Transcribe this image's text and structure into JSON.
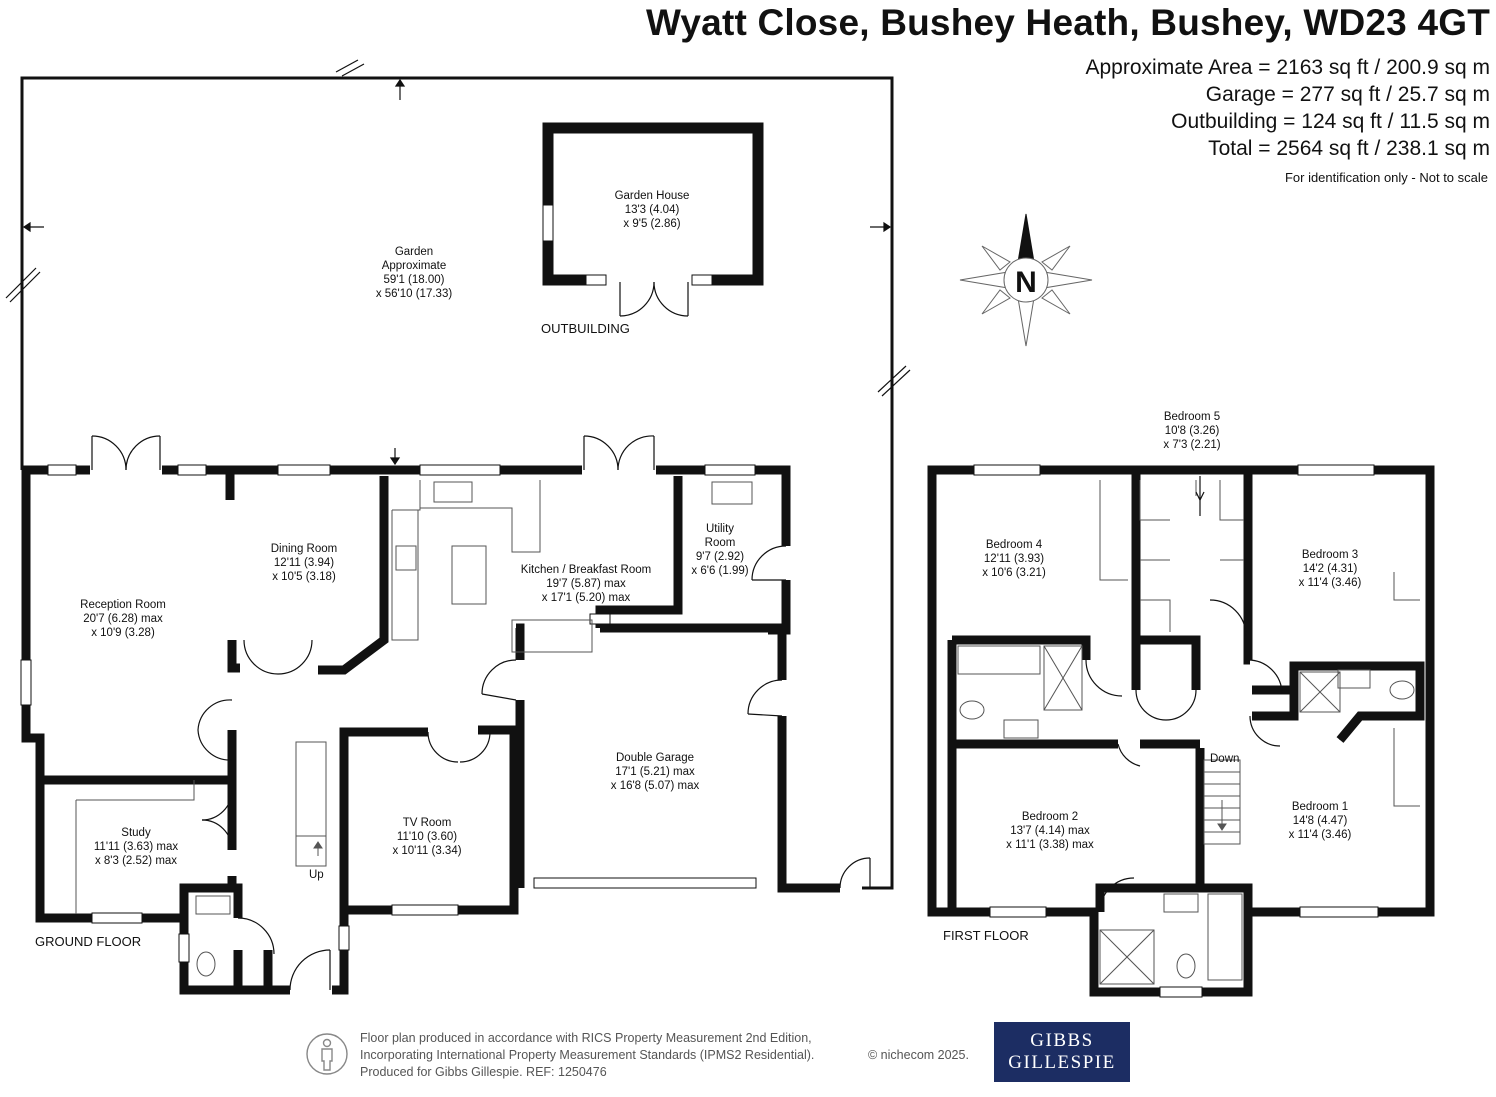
{
  "header": {
    "title": "Wyatt Close, Bushey Heath, Bushey, WD23 4GT",
    "areas": [
      "Approximate Area = 2163 sq ft / 200.9 sq m",
      "Garage = 277 sq ft / 25.7 sq m",
      "Outbuilding = 124 sq ft / 11.5 sq m",
      "Total = 2564 sq ft / 238.1 sq m"
    ],
    "identification": "For identification only - Not to scale"
  },
  "compass": {
    "label": "N",
    "icon": "compass-rose-icon"
  },
  "floors": {
    "ground": "GROUND FLOOR",
    "first": "FIRST FLOOR",
    "outbuilding": "OUTBUILDING"
  },
  "rooms": {
    "garden_house": [
      "Garden House",
      "13'3 (4.04)",
      "x 9'5 (2.86)"
    ],
    "garden": [
      "Garden",
      "Approximate",
      "59'1 (18.00)",
      "x 56'10 (17.33)"
    ],
    "dining": [
      "Dining Room",
      "12'11 (3.94)",
      "x 10'5 (3.18)"
    ],
    "reception": [
      "Reception Room",
      "20'7 (6.28) max",
      "x 10'9 (3.28)"
    ],
    "kitchen": [
      "Kitchen / Breakfast Room",
      "19'7 (5.87) max",
      "x 17'1 (5.20) max"
    ],
    "utility": [
      "Utility",
      "Room",
      "9'7 (2.92)",
      "x 6'6 (1.99)"
    ],
    "garage": [
      "Double Garage",
      "17'1 (5.21) max",
      "x 16'8 (5.07) max"
    ],
    "study": [
      "Study",
      "11'11 (3.63) max",
      "x 8'3 (2.52) max"
    ],
    "tv": [
      "TV Room",
      "11'10 (3.60)",
      "x 10'11 (3.34)"
    ],
    "bedroom5": [
      "Bedroom 5",
      "10'8 (3.26)",
      "x 7'3 (2.21)"
    ],
    "bedroom4": [
      "Bedroom 4",
      "12'11 (3.93)",
      "x 10'6 (3.21)"
    ],
    "bedroom3": [
      "Bedroom 3",
      "14'2 (4.31)",
      "x 11'4 (3.46)"
    ],
    "bedroom2": [
      "Bedroom 2",
      "13'7 (4.14) max",
      "x 11'1 (3.38) max"
    ],
    "bedroom1": [
      "Bedroom 1",
      "14'8 (4.47)",
      "x 11'4 (3.46)"
    ]
  },
  "stairs": {
    "up": "Up",
    "down": "Down"
  },
  "footer": {
    "lines": [
      "Floor plan produced in accordance with RICS Property Measurement 2nd Edition,",
      "Incorporating International Property Measurement Standards (IPMS2 Residential).",
      "Produced for Gibbs Gillespie.   REF: 1250476"
    ],
    "copyright": "© nichecom 2025."
  },
  "logo": {
    "line1": "GIBBS",
    "line2": "GILLESPIE"
  }
}
